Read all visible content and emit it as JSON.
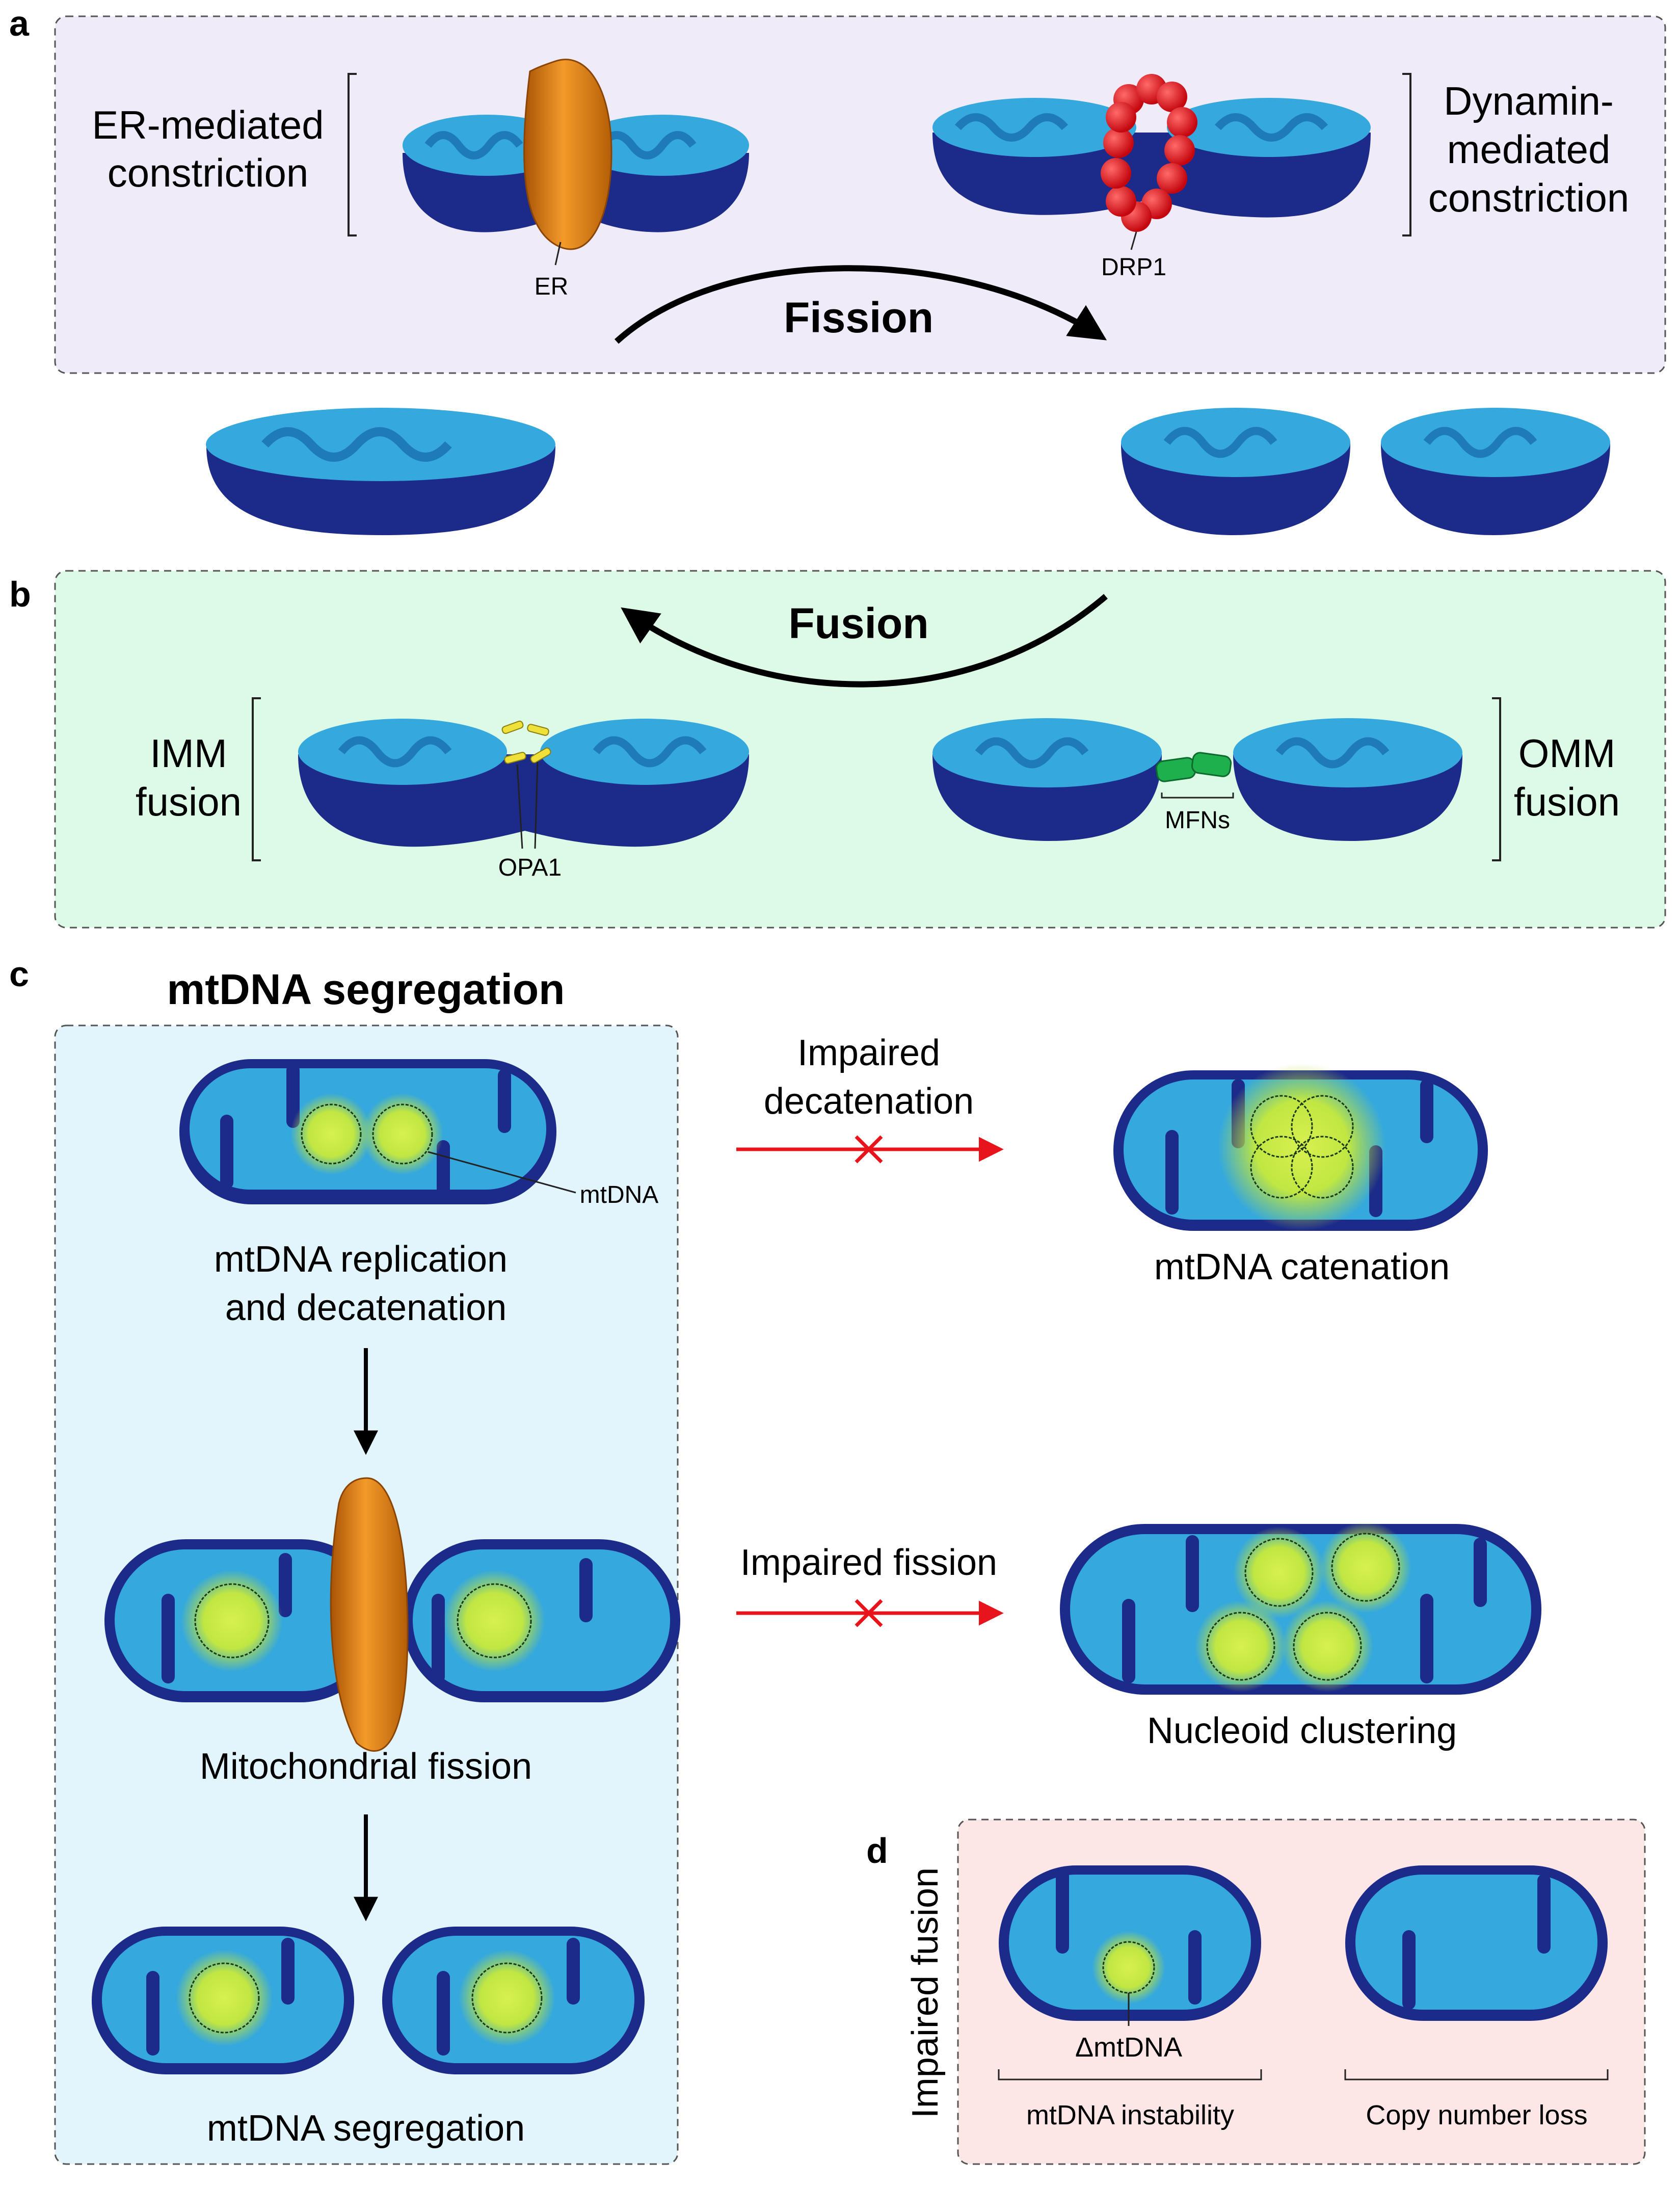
{
  "panels": {
    "a": {
      "letter": "a",
      "title": "Fission",
      "left_label": [
        "ER-mediated",
        "constriction"
      ],
      "right_label": [
        "Dynamin-",
        "mediated",
        "constriction"
      ],
      "er_tag": "ER",
      "drp1_tag": "DRP1"
    },
    "b": {
      "letter": "b",
      "title": "Fusion",
      "left_label": [
        "IMM",
        "fusion"
      ],
      "right_label": [
        "OMM",
        "fusion"
      ],
      "opa1_tag": "OPA1",
      "mfns_tag": "MFNs"
    },
    "c": {
      "letter": "c",
      "title": "mtDNA segregation",
      "mtdna_tag": "mtDNA",
      "step1": [
        "mtDNA replication",
        "and decatenation"
      ],
      "step2": "Mitochondrial fission",
      "step3": "mtDNA segregation",
      "impaired_decatenation": [
        "Impaired",
        "decatenation"
      ],
      "catenation_result": "mtDNA catenation",
      "impaired_fission": "Impaired fission",
      "clustering_result": "Nucleoid clustering"
    },
    "d": {
      "letter": "d",
      "side_label": "Impaired fusion",
      "delta_tag": "ΔmtDNA",
      "left_caption": "mtDNA instability",
      "right_caption": "Copy number loss"
    }
  },
  "colors": {
    "panel_a_bg": "#f0ebf8",
    "panel_b_bg": "#dcfae6",
    "panel_c_bg": "#e2f4fc",
    "panel_d_bg": "#fce6e6",
    "outer_membrane": "#1c2a8a",
    "matrix": "#35a8dd",
    "cristae_top": "#2f9fd3",
    "er_tube": "#d9790e",
    "drp1": "#e8141c",
    "opa1": "#f0e03a",
    "mfn": "#1fb04e",
    "nucleoid": "#d8f050",
    "inhibit_arrow": "#e8141c"
  }
}
